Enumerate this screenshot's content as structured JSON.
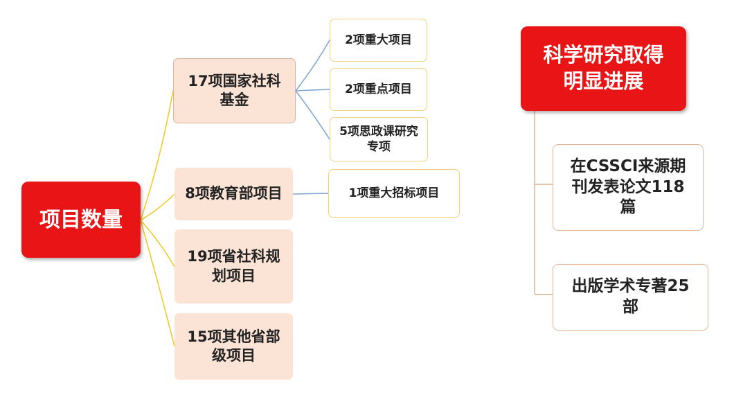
{
  "left_tree": {
    "root": "项目数量",
    "branches": [
      {
        "label": "17项国家社科基金",
        "children": [
          "2项重大项目",
          "2项重点项目",
          "5项思政课研究专项"
        ]
      },
      {
        "label": "8项教育部项目",
        "children": [
          "1项重大招标项目"
        ]
      },
      {
        "label": "19项省社科规划项目",
        "children": []
      },
      {
        "label": "15项其他省部级项目",
        "children": []
      }
    ]
  },
  "right_tree": {
    "root": "科学研究取得明显进展",
    "items": [
      "在CSSCI来源期刊发表论文118篇",
      "出版学术专著25部"
    ]
  },
  "colors": {
    "root_fill": "#e81416",
    "branch_fill": "#fbe4d6",
    "leaf_border": "#f2d27a",
    "connector_yellow": "#f0c81e",
    "connector_blue": "#7fa3d0",
    "connector_tan": "#d8b48f"
  }
}
